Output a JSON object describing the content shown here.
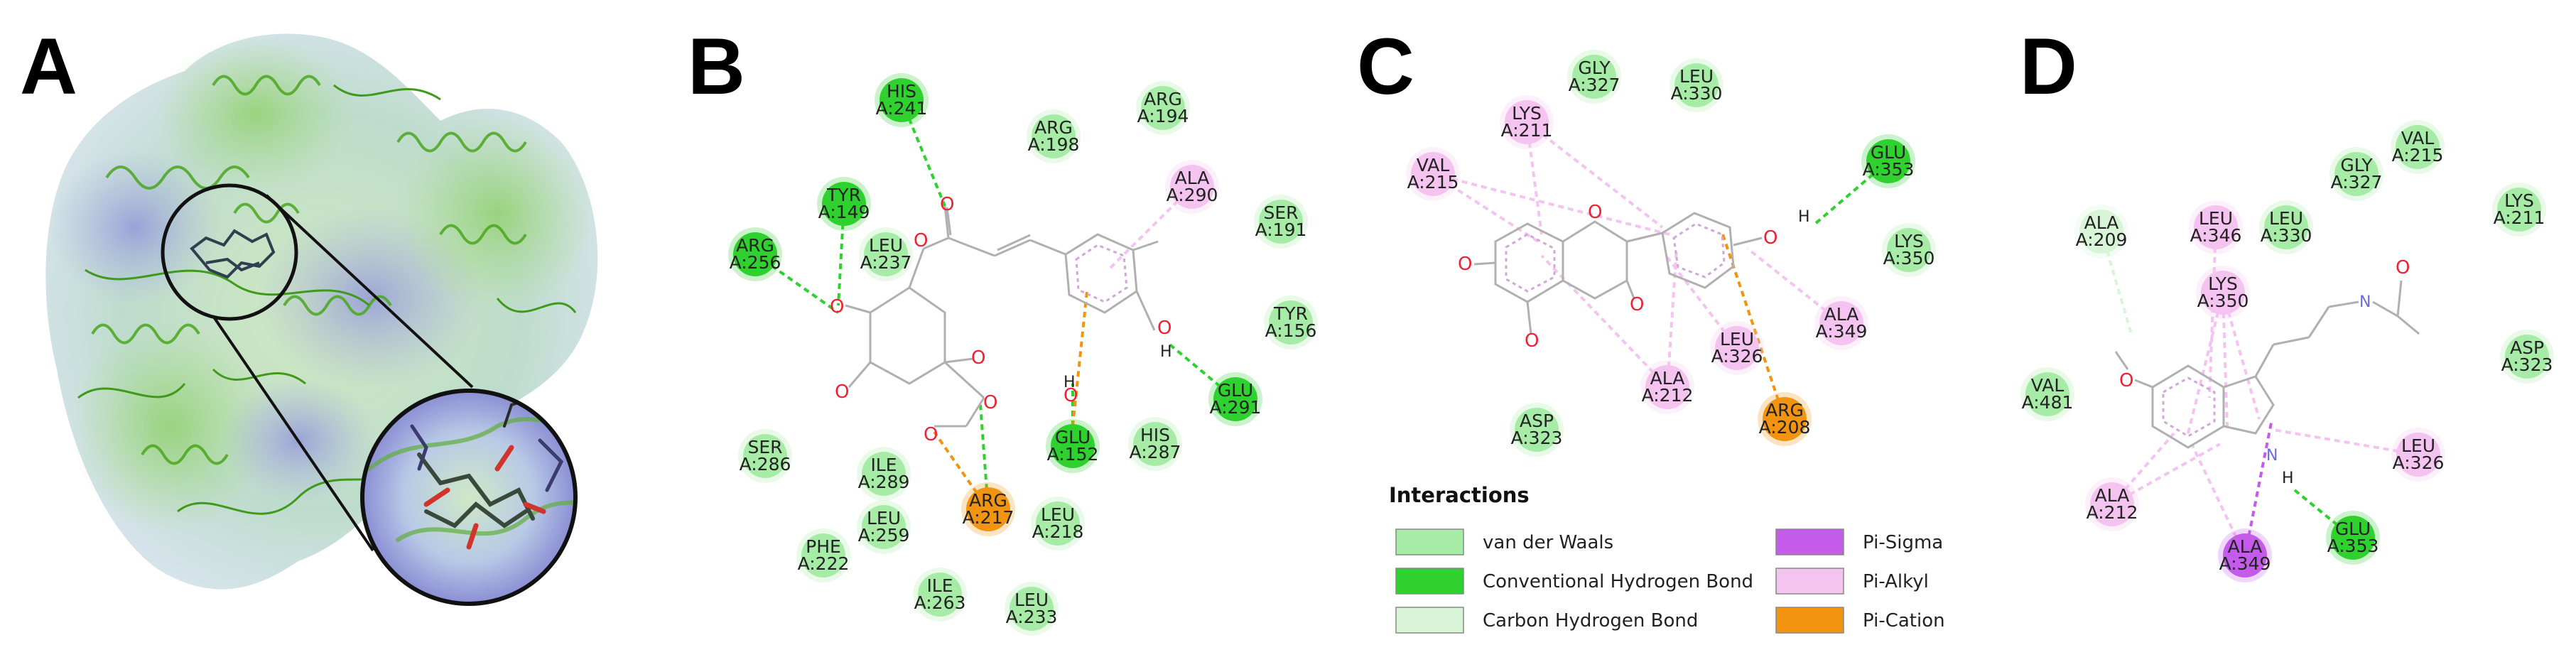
{
  "panels": {
    "a": {
      "letter": "A"
    },
    "b": {
      "letter": "B"
    },
    "c": {
      "letter": "C"
    },
    "d": {
      "letter": "D"
    }
  },
  "colors": {
    "van_der_waals": "#a6eca6",
    "conventional_h_bond": "#2ed12e",
    "carbon_h_bond": "#d8f5d8",
    "pi_sigma": "#c45bea",
    "pi_alkyl": "#f4c3f0",
    "pi_cation": "#f2940f"
  },
  "residues_b": [
    {
      "name": "HIS",
      "num": "A:241",
      "type": "conventional_h_bond"
    },
    {
      "name": "ARG",
      "num": "A:198",
      "type": "van_der_waals"
    },
    {
      "name": "ARG",
      "num": "A:194",
      "type": "van_der_waals"
    },
    {
      "name": "TYR",
      "num": "A:149",
      "type": "conventional_h_bond"
    },
    {
      "name": "ALA",
      "num": "A:290",
      "type": "pi_alkyl"
    },
    {
      "name": "SER",
      "num": "A:191",
      "type": "van_der_waals"
    },
    {
      "name": "ARG",
      "num": "A:256",
      "type": "conventional_h_bond"
    },
    {
      "name": "LEU",
      "num": "A:237",
      "type": "van_der_waals"
    },
    {
      "name": "TYR",
      "num": "A:156",
      "type": "van_der_waals"
    },
    {
      "name": "GLU",
      "num": "A:291",
      "type": "conventional_h_bond"
    },
    {
      "name": "SER",
      "num": "A:286",
      "type": "van_der_waals"
    },
    {
      "name": "ILE",
      "num": "A:289",
      "type": "van_der_waals"
    },
    {
      "name": "GLU",
      "num": "A:152",
      "type": "conventional_h_bond"
    },
    {
      "name": "HIS",
      "num": "A:287",
      "type": "van_der_waals"
    },
    {
      "name": "LEU",
      "num": "A:259",
      "type": "van_der_waals"
    },
    {
      "name": "ARG",
      "num": "A:217",
      "type": "pi_cation"
    },
    {
      "name": "LEU",
      "num": "A:218",
      "type": "van_der_waals"
    },
    {
      "name": "PHE",
      "num": "A:222",
      "type": "van_der_waals"
    },
    {
      "name": "ILE",
      "num": "A:263",
      "type": "van_der_waals"
    },
    {
      "name": "LEU",
      "num": "A:233",
      "type": "van_der_waals"
    }
  ],
  "residues_c": [
    {
      "name": "GLY",
      "num": "A:327",
      "type": "van_der_waals"
    },
    {
      "name": "LEU",
      "num": "A:330",
      "type": "van_der_waals"
    },
    {
      "name": "LYS",
      "num": "A:211",
      "type": "pi_alkyl"
    },
    {
      "name": "GLU",
      "num": "A:353",
      "type": "conventional_h_bond"
    },
    {
      "name": "VAL",
      "num": "A:215",
      "type": "pi_alkyl"
    },
    {
      "name": "LYS",
      "num": "A:350",
      "type": "van_der_waals"
    },
    {
      "name": "ALA",
      "num": "A:349",
      "type": "pi_alkyl"
    },
    {
      "name": "LEU",
      "num": "A:326",
      "type": "pi_alkyl"
    },
    {
      "name": "ALA",
      "num": "A:212",
      "type": "pi_alkyl"
    },
    {
      "name": "ARG",
      "num": "A:208",
      "type": "pi_cation"
    },
    {
      "name": "ASP",
      "num": "A:323",
      "type": "van_der_waals"
    }
  ],
  "residues_d": [
    {
      "name": "VAL",
      "num": "A:215",
      "type": "van_der_waals"
    },
    {
      "name": "GLY",
      "num": "A:327",
      "type": "van_der_waals"
    },
    {
      "name": "LYS",
      "num": "A:211",
      "type": "van_der_waals"
    },
    {
      "name": "LEU",
      "num": "A:346",
      "type": "pi_alkyl"
    },
    {
      "name": "LEU",
      "num": "A:330",
      "type": "van_der_waals"
    },
    {
      "name": "ALA",
      "num": "A:209",
      "type": "carbon_h_bond"
    },
    {
      "name": "LYS",
      "num": "A:350",
      "type": "pi_alkyl"
    },
    {
      "name": "ASP",
      "num": "A:323",
      "type": "van_der_waals"
    },
    {
      "name": "VAL",
      "num": "A:481",
      "type": "van_der_waals"
    },
    {
      "name": "LEU",
      "num": "A:326",
      "type": "pi_alkyl"
    },
    {
      "name": "ALA",
      "num": "A:212",
      "type": "pi_alkyl"
    },
    {
      "name": "GLU",
      "num": "A:353",
      "type": "conventional_h_bond"
    },
    {
      "name": "ALA",
      "num": "A:349",
      "type": "pi_sigma"
    }
  ],
  "legend": {
    "title": "Interactions",
    "items": [
      {
        "label": "van der Waals",
        "type": "van_der_waals"
      },
      {
        "label": "Conventional Hydrogen Bond",
        "type": "conventional_h_bond"
      },
      {
        "label": "Carbon Hydrogen Bond",
        "type": "carbon_h_bond"
      },
      {
        "label": "Pi-Sigma",
        "type": "pi_sigma"
      },
      {
        "label": "Pi-Alkyl",
        "type": "pi_alkyl"
      },
      {
        "label": "Pi-Cation",
        "type": "pi_cation"
      }
    ]
  },
  "atoms": {
    "oxygen": "O",
    "hydrogen": "H",
    "nitrogen": "N"
  }
}
